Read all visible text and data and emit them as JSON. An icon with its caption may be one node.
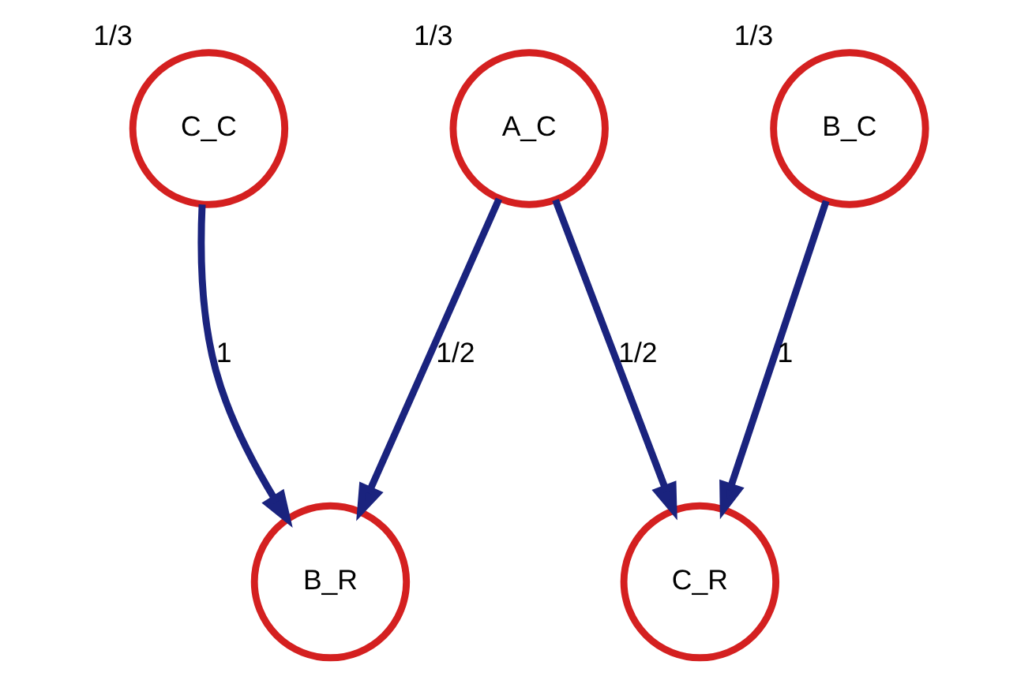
{
  "diagram": {
    "nodes": [
      {
        "text": [
          "A_C"
        ],
        "beside": [
          "1/3"
        ]
      },
      {
        "text": [
          "B_C"
        ],
        "beside": [
          "1/3"
        ]
      },
      {
        "text": [
          "C_C"
        ],
        "beside": [
          "1/3"
        ]
      },
      {
        "text": [
          "B_R"
        ]
      },
      {
        "text": [
          "C_R"
        ]
      }
    ],
    "edges": [
      {
        "from": 0,
        "to": 3,
        "arrow": "to",
        "label": "1/2"
      },
      {
        "from": 0,
        "to": 4,
        "arrow": "to",
        "label": "1/2"
      },
      {
        "from": 1,
        "to": 4,
        "arrow": "to",
        "label": "1"
      },
      {
        "from": 2,
        "to": 3,
        "arrow": "to",
        "label": "1"
      }
    ]
  }
}
